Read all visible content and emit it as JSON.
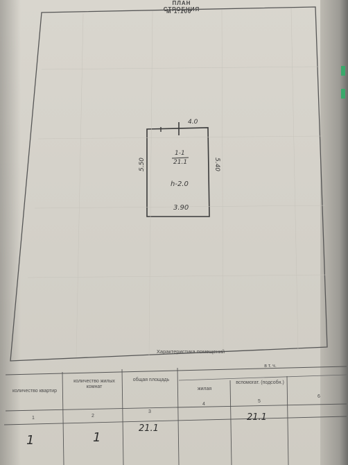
{
  "header": {
    "title": "ПЛАН СТРОЕНИЯ",
    "scale": "М 1:100"
  },
  "plan": {
    "room_number": "1-1",
    "room_area": "21.1",
    "height": "h-2.0",
    "dims": {
      "top": "4.0",
      "left": "5.50",
      "right": "5.40",
      "bottom": "3.90"
    }
  },
  "table": {
    "caption": "Характеристика помещений",
    "incl": "в т. ч.",
    "columns": [
      {
        "label": "количество квартир",
        "num": "1"
      },
      {
        "label": "количество жилых комнат",
        "num": "2"
      },
      {
        "label": "общая площадь",
        "num": "3"
      },
      {
        "label": "жилая",
        "num": "4"
      },
      {
        "label": "вспомогат. (подсобн.)",
        "num": "5"
      },
      {
        "label": "",
        "num": "6"
      }
    ],
    "row": {
      "apartments": "1",
      "rooms": "1",
      "total_area": "21.1",
      "auxiliary_area": "21.1"
    }
  }
}
